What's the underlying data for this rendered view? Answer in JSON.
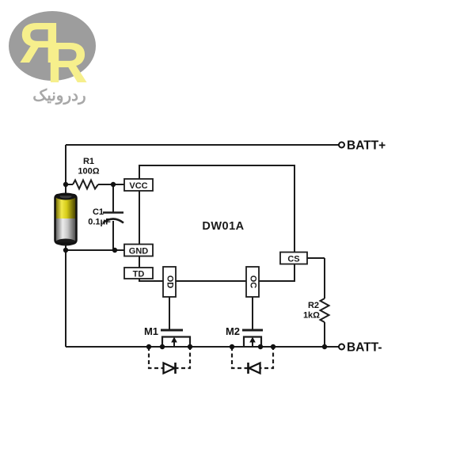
{
  "logo": {
    "monogram_left": "Я",
    "monogram_right": "R",
    "wordmark": "ردرونیک",
    "colors": {
      "ellipse": "#9d9d9d",
      "letters": "#f6ef8c",
      "wordmark": "#a8a8a8"
    }
  },
  "schematic": {
    "chip": {
      "name": "DW01A",
      "pins": {
        "vcc": "VCC",
        "gnd": "GND",
        "td": "TD",
        "od": "OD",
        "oc": "OC",
        "cs": "CS"
      }
    },
    "terminals": {
      "batt_plus": "BATT+",
      "batt_minus": "BATT-"
    },
    "components": {
      "r1": {
        "ref": "R1",
        "value": "100Ω"
      },
      "c1": {
        "ref": "C1",
        "value": "0.1μF"
      },
      "r2": {
        "ref": "R2",
        "value": "1kΩ"
      },
      "m1": {
        "ref": "M1"
      },
      "m2": {
        "ref": "M2"
      }
    },
    "colors": {
      "wire": "#1c1c1c"
    }
  }
}
